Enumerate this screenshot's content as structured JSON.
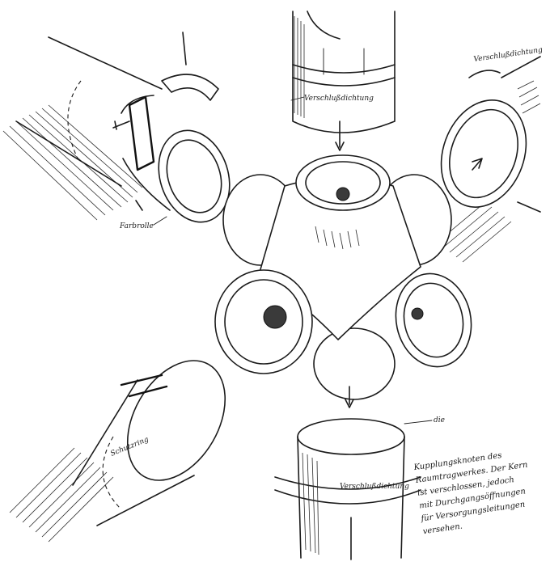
{
  "labels": {
    "verschluss_top": "Verschlußdichtung",
    "verschluss_right": "Verschlußdichtung",
    "verschluss_bottom": "Verschlußdichtung",
    "farbrolle": "Farbrolle",
    "schutzring": "Schutzring",
    "die": "die"
  },
  "note": {
    "lines": [
      "Kupplungsknoten des",
      "Raumtragwerkes. Der Kern",
      "ist verschlossen, jedoch",
      "mit Durchgangsöffnungen",
      "für Versorgungsleitungen",
      "versehen."
    ]
  }
}
